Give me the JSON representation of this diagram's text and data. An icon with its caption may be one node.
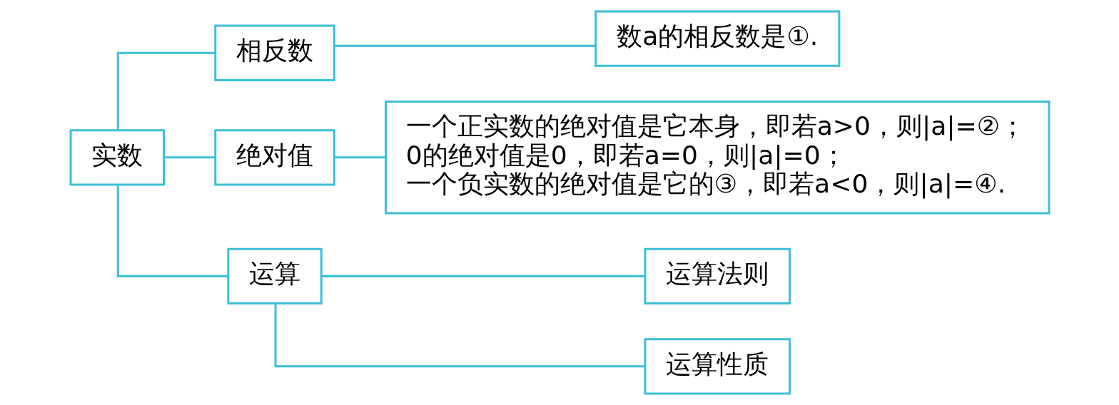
{
  "diagram": {
    "nodes": [
      {
        "text": [
          "实数"
        ]
      },
      {
        "text": [
          "相反数"
        ]
      },
      {
        "text": [
          "数a的相反数是①."
        ]
      },
      {
        "text": [
          "绝对值"
        ]
      },
      {
        "text": [
          "一个正实数的绝对值是它本身，即若a>0，则|a|=②；",
          "0的绝对值是0，即若a=0，则|a|=0；",
          "一个负实数的绝对值是它的③，即若a<0，则|a|=④."
        ]
      },
      {
        "text": [
          "运算"
        ]
      },
      {
        "text": [
          "运算法则"
        ]
      },
      {
        "text": [
          "运算性质"
        ]
      }
    ],
    "edges": [
      {
        "from": 0,
        "to": 1,
        "arrow": "none"
      },
      {
        "from": 0,
        "to": 3,
        "arrow": "none"
      },
      {
        "from": 0,
        "to": 5,
        "arrow": "none"
      },
      {
        "from": 1,
        "to": 2,
        "arrow": "none"
      },
      {
        "from": 3,
        "to": 4,
        "arrow": "none"
      },
      {
        "from": 5,
        "to": 6,
        "arrow": "none"
      },
      {
        "from": 5,
        "to": 7,
        "arrow": "none"
      }
    ]
  }
}
